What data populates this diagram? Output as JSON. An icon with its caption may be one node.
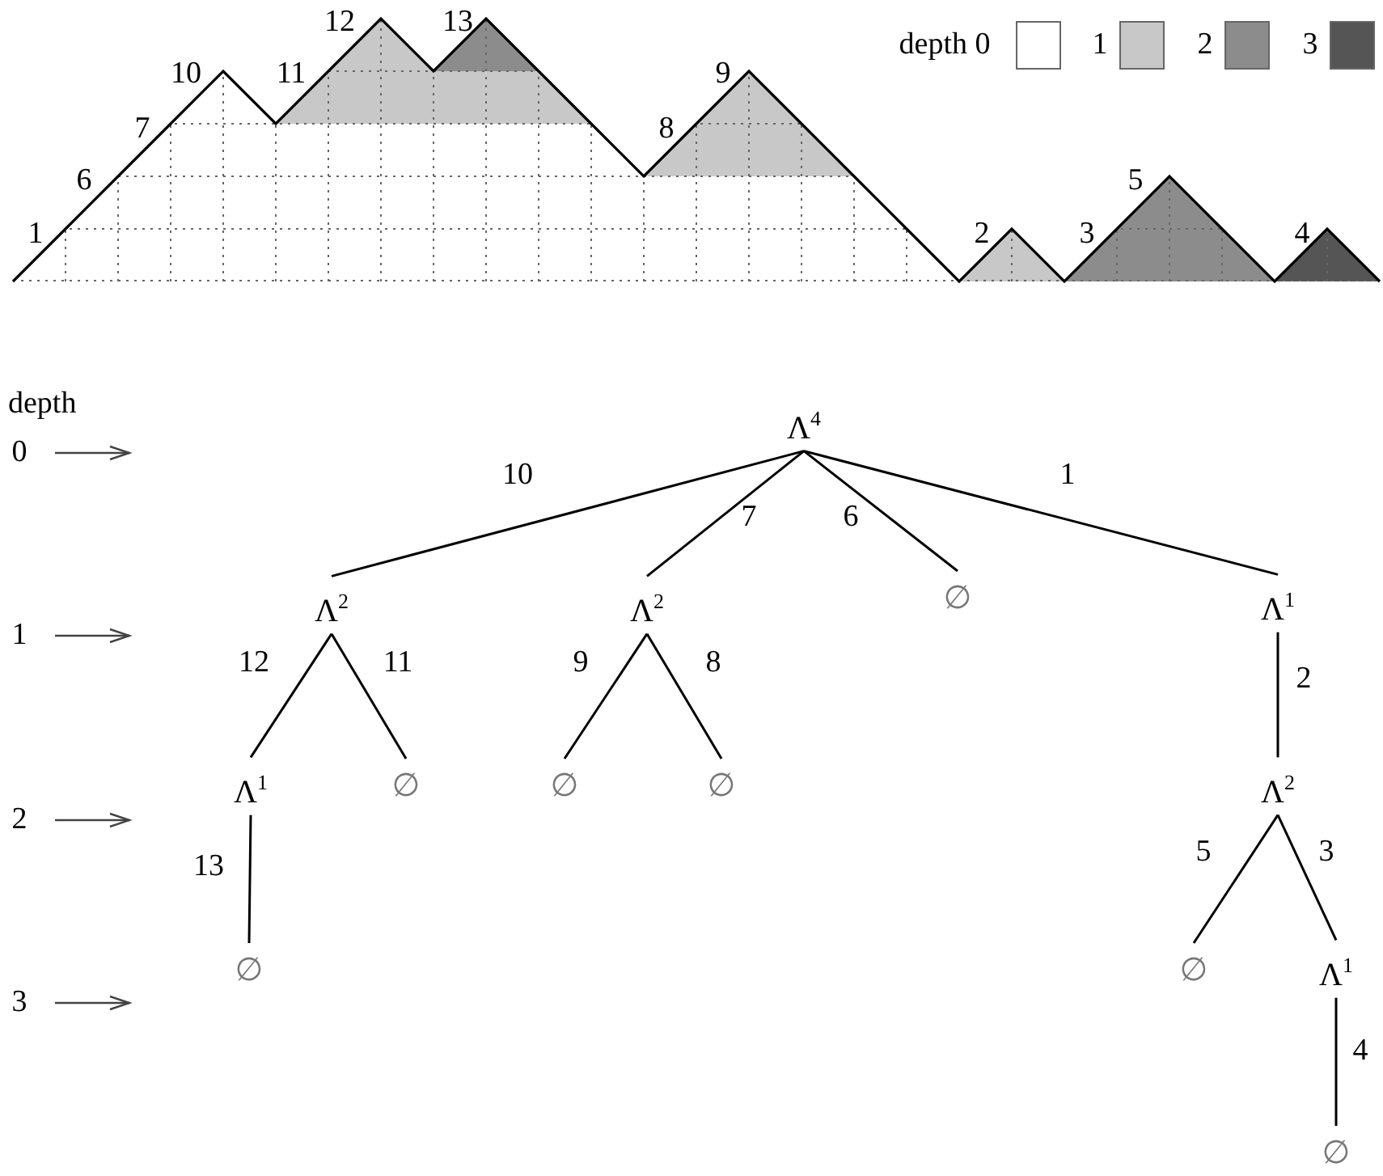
{
  "diagram": {
    "nodes": [
      {
        "text": [
          "Λ$^{4}$"
        ]
      },
      {
        "text": [
          "Λ$^{2}$"
        ]
      },
      {
        "text": [
          "Λ$^{2}$"
        ]
      },
      {
        "text": [
          "∅"
        ]
      },
      {
        "text": [
          "Λ$^{1}$"
        ]
      },
      {
        "text": [
          "Λ$^{1}$"
        ]
      },
      {
        "text": [
          "∅"
        ]
      },
      {
        "text": [
          "∅"
        ]
      },
      {
        "text": [
          "∅"
        ]
      },
      {
        "text": [
          "Λ$^{2}$"
        ]
      },
      {
        "text": [
          "∅"
        ]
      },
      {
        "text": [
          "∅"
        ]
      },
      {
        "text": [
          "Λ$^{1}$"
        ]
      },
      {
        "text": [
          "∅"
        ]
      }
    ],
    "edges": [
      {
        "from": 0,
        "to": 1,
        "arrow": "none",
        "label": "10"
      },
      {
        "from": 0,
        "to": 2,
        "arrow": "none",
        "label": "7"
      },
      {
        "from": 0,
        "to": 3,
        "arrow": "none",
        "label": "6"
      },
      {
        "from": 0,
        "to": 4,
        "arrow": "none",
        "label": "1"
      },
      {
        "from": 1,
        "to": 5,
        "arrow": "none",
        "label": "12"
      },
      {
        "from": 1,
        "to": 6,
        "arrow": "none",
        "label": "11"
      },
      {
        "from": 2,
        "to": 7,
        "arrow": "none",
        "label": "9"
      },
      {
        "from": 2,
        "to": 8,
        "arrow": "none",
        "label": "8"
      },
      {
        "from": 4,
        "to": 9,
        "arrow": "none",
        "label": "2"
      },
      {
        "from": 5,
        "to": 10,
        "arrow": "none",
        "label": "13"
      },
      {
        "from": 9,
        "to": 11,
        "arrow": "none",
        "label": "5"
      },
      {
        "from": 9,
        "to": 12,
        "arrow": "none",
        "label": "3"
      },
      {
        "from": 12,
        "to": 13,
        "arrow": "none",
        "label": "4"
      }
    ],
    "labels": [
      "12",
      "13",
      "10",
      "11",
      "9",
      "7",
      "8",
      "6",
      "5",
      "1",
      "2",
      "3",
      "4",
      "depth",
      "0",
      "1",
      "2",
      "3"
    ],
    "legend": [
      {
        "text": "depth 0",
        "color": "#ffffff"
      },
      {
        "text": "1",
        "color": "#c8c8c8"
      },
      {
        "text": "2",
        "color": "#8c8c8c"
      },
      {
        "text": "3",
        "color": "#555555"
      }
    ]
  }
}
